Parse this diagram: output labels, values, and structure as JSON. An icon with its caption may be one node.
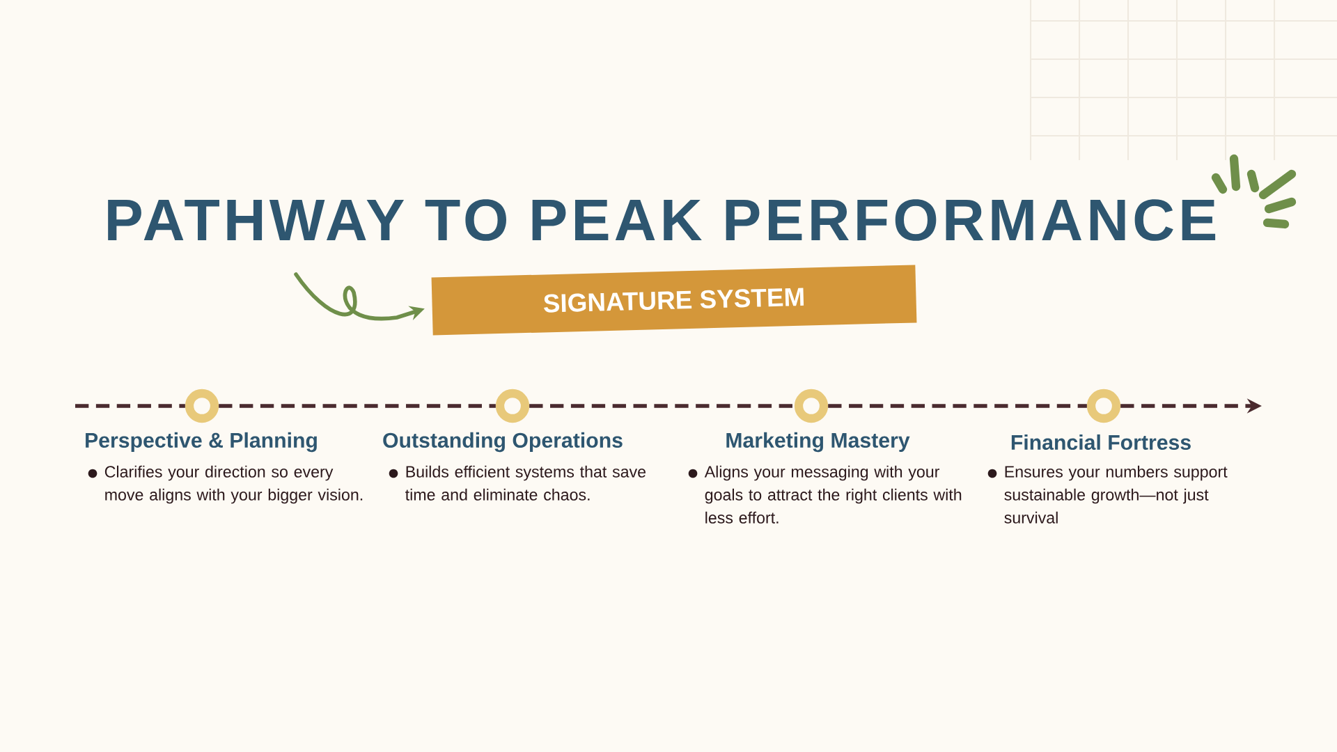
{
  "diagram": {
    "title": "PATHWAY TO PEAK PERFORMANCE",
    "nodes": [
      {
        "text": [],
        "shape": "circle",
        "beside": [
          "Perspective & Planning",
          "Clarifies your direction so every move aligns with your bigger vision."
        ]
      },
      {
        "text": [],
        "shape": "circle",
        "beside": [
          "Outstanding Operations",
          "Builds efficient systems that save time and eliminate chaos."
        ]
      },
      {
        "text": [],
        "shape": "circle",
        "beside": [
          "Marketing Mastery",
          "Aligns your messaging with your goals to attract the right clients with less effort."
        ]
      },
      {
        "text": [],
        "shape": "circle",
        "beside": [
          "Financial Fortress",
          "Ensures your numbers support sustainable growth—not just survival"
        ]
      },
      {
        "text": [
          "SIGNATURE SYSTEM"
        ]
      }
    ],
    "edges": [
      {
        "from": null,
        "to": 0,
        "arrow": "none",
        "style": "dashed"
      },
      {
        "from": 0,
        "to": 1,
        "arrow": "none",
        "style": "dashed"
      },
      {
        "from": 1,
        "to": 2,
        "arrow": "none",
        "style": "dashed"
      },
      {
        "from": 2,
        "to": 3,
        "arrow": "none",
        "style": "dashed"
      },
      {
        "from": 3,
        "to": null,
        "arrow": "to",
        "style": "dashed"
      },
      {
        "from": null,
        "to": 4,
        "arrow": "to",
        "color": "#6f8f4a"
      }
    ]
  }
}
